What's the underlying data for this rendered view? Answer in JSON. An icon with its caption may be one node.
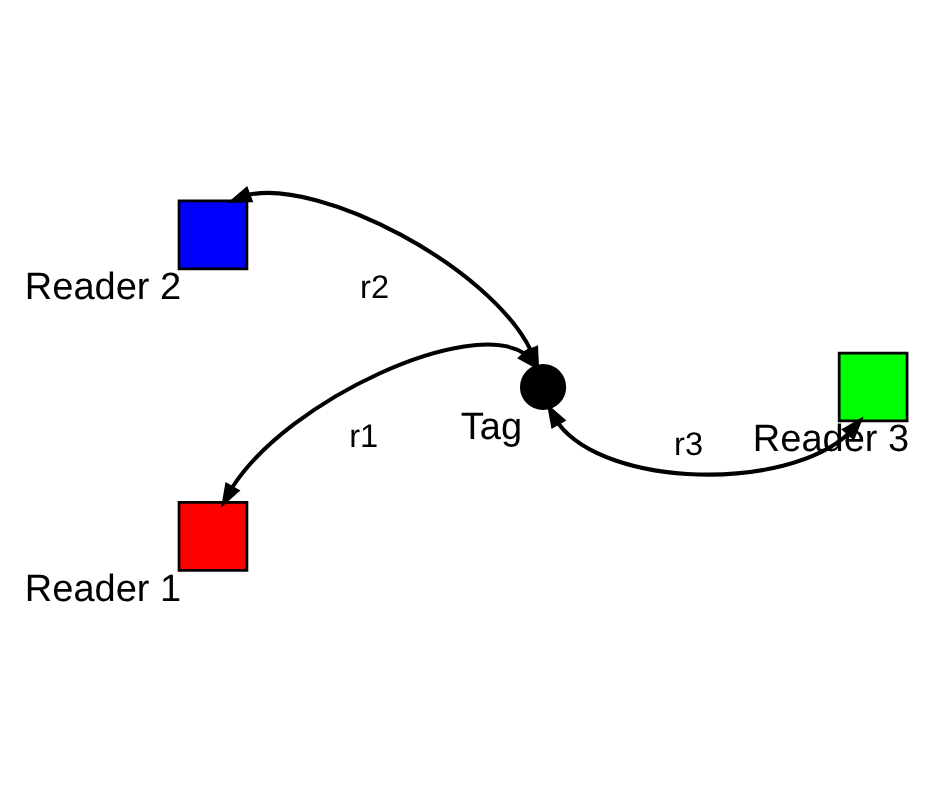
{
  "diagram": {
    "nodes": [
      {
        "text": [
          "Reader 2"
        ]
      },
      {
        "text": [
          "Reader 3"
        ]
      },
      {
        "text": [
          "Tag"
        ]
      },
      {
        "text": [
          "Reader 1"
        ]
      }
    ],
    "edges": [
      {
        "from": 2,
        "to": 0,
        "arrow": "both",
        "label": "r2"
      },
      {
        "from": 2,
        "to": 1,
        "arrow": "both",
        "label": "r3"
      },
      {
        "from": 2,
        "to": 3,
        "arrow": "both",
        "label": "r1"
      }
    ]
  }
}
